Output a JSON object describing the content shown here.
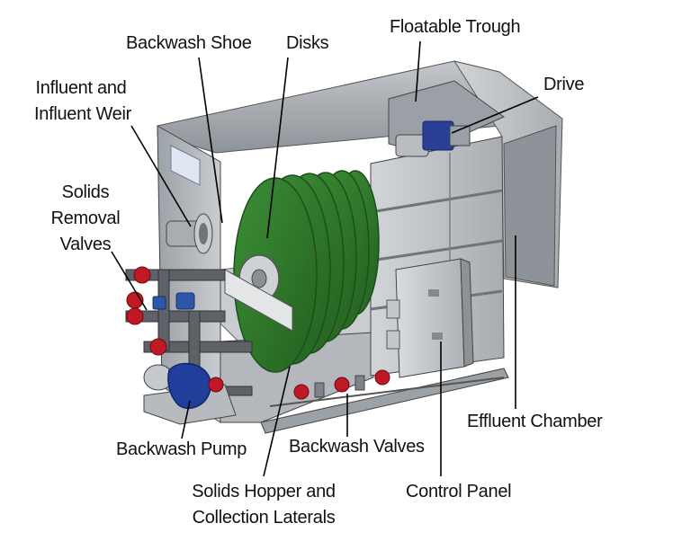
{
  "labels": {
    "floatable_trough": "Floatable Trough",
    "backwash_shoe": "Backwash Shoe",
    "disks": "Disks",
    "drive": "Drive",
    "influent": [
      "Influent and",
      "Influent Weir"
    ],
    "solids_removal": [
      "Solids",
      "Removal",
      "Valves"
    ],
    "effluent_chamber": "Effluent Chamber",
    "backwash_pump": "Backwash Pump",
    "backwash_valves": "Backwash Valves",
    "solids_hopper": [
      "Solids Hopper and",
      "Collection Laterals"
    ],
    "control_panel": "Control Panel"
  },
  "colors": {
    "tank_steel": "#b8bcc2",
    "tank_dark": "#7d8288",
    "disk_green": "#2f7a2b",
    "disk_edge": "#1d4e1b",
    "pump_blue": "#1f3f9a",
    "valve_red": "#c01824",
    "leader_line": "#000000"
  }
}
